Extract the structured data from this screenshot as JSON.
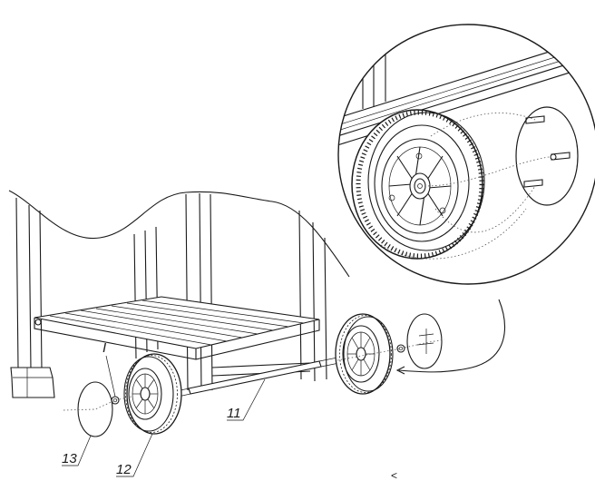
{
  "labels": {
    "part_i": "I",
    "part_11": "11",
    "part_12": "12",
    "part_13": "13",
    "corner_mark": "<"
  },
  "colors": {
    "line": "#1a1a1a",
    "background": "#ffffff",
    "dotted": "#555555"
  }
}
